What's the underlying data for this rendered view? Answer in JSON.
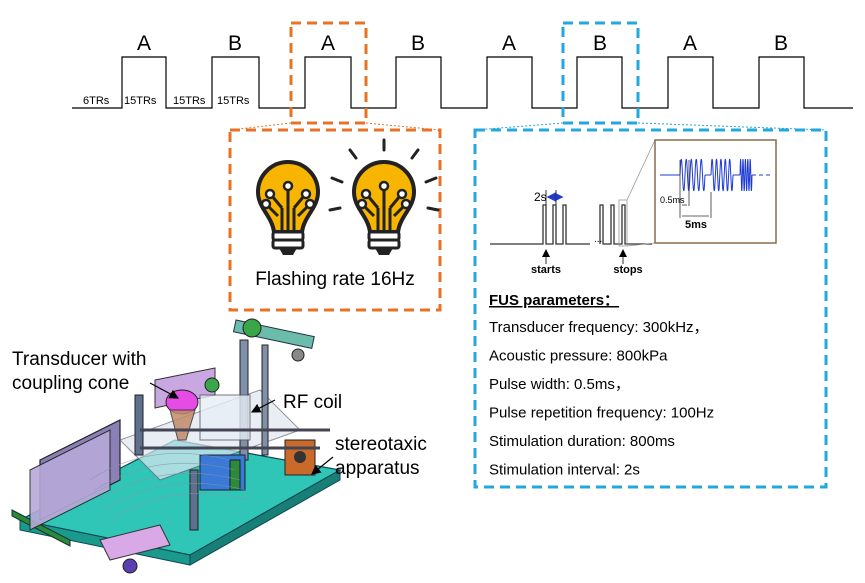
{
  "block_design": {
    "blocks": [
      {
        "label": "A",
        "condition": "on"
      },
      {
        "label": "B",
        "condition": "on"
      },
      {
        "label": "A",
        "condition": "on"
      },
      {
        "label": "B",
        "condition": "on"
      },
      {
        "label": "A",
        "condition": "on"
      },
      {
        "label": "B",
        "condition": "on"
      },
      {
        "label": "A",
        "condition": "on"
      },
      {
        "label": "B",
        "condition": "on"
      }
    ],
    "rest_label": "6TRs",
    "on_label": "15TRs",
    "off_label": "15TRs",
    "highlight_a_index": 2,
    "highlight_b_index": 5,
    "colors": {
      "highlight_a": "#E97124",
      "highlight_b": "#22A7DE",
      "line": "#000000"
    }
  },
  "visual_panel": {
    "caption": "Flashing rate 16Hz",
    "icon": "lightbulb-icon",
    "bulb_color": "#F7B500"
  },
  "fus_panel": {
    "timing": {
      "interval_label": "2s",
      "start_label": "starts",
      "stop_label": "stops",
      "ellipsis": "...",
      "inset_pulse_label": "0.5ms",
      "inset_period_label": "5ms"
    },
    "title": "FUS parameters：",
    "params": [
      "Transducer frequency: 300kHz，",
      "Acoustic pressure: 800kPa",
      "Pulse width: 0.5ms，",
      "Pulse repetition frequency: 100Hz",
      "Stimulation duration: 800ms",
      "Stimulation interval: 2s"
    ]
  },
  "apparatus": {
    "labels": {
      "transducer_line1": "Transducer with",
      "transducer_line2": "coupling cone",
      "rf_coil": "RF coil",
      "stereotaxic_line1": "stereotaxic",
      "stereotaxic_line2": "apparatus"
    }
  }
}
